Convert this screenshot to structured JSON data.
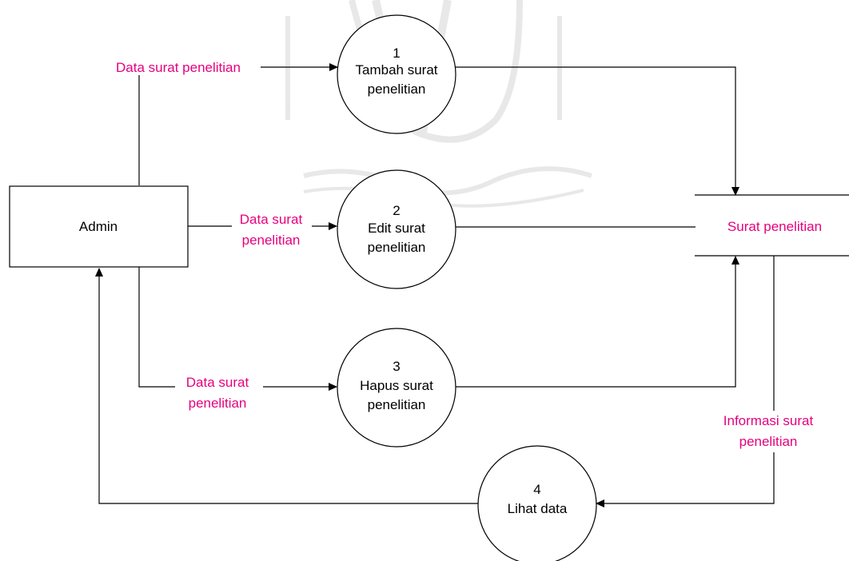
{
  "entities": {
    "admin": "Admin"
  },
  "datastore": {
    "name": "Surat penelitian"
  },
  "processes": [
    {
      "number": "1",
      "lines": [
        "Tambah surat",
        "penelitian"
      ]
    },
    {
      "number": "2",
      "lines": [
        "Edit surat",
        "penelitian"
      ]
    },
    {
      "number": "3",
      "lines": [
        "Hapus surat",
        "penelitian"
      ]
    },
    {
      "number": "4",
      "lines": [
        "Lihat data"
      ]
    }
  ],
  "flows": {
    "f1": [
      "Data surat penelitian"
    ],
    "f2": [
      "Data surat",
      "penelitian"
    ],
    "f3": [
      "Data surat",
      "penelitian"
    ],
    "f4": [
      "Informasi surat",
      "penelitian"
    ]
  },
  "colors": {
    "flow_label": "#e6007e",
    "line": "#000000",
    "watermark": "#d7d7d7"
  }
}
